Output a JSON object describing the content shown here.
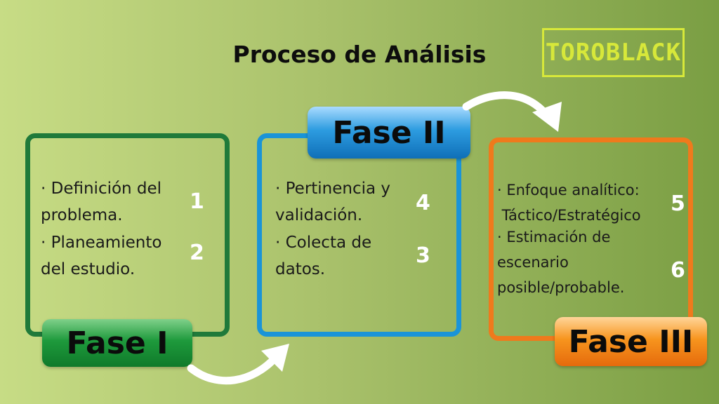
{
  "title": "Proceso de Análisis",
  "logo": "TOROBLACK",
  "phases": [
    {
      "label": "Fase I",
      "items": [
        {
          "text_l1": "· Definición del",
          "text_l2": "problema.",
          "number": "1"
        },
        {
          "text_l1": "· Planeamiento",
          "text_l2": "del estudio.",
          "number": "2"
        }
      ]
    },
    {
      "label": "Fase II",
      "items": [
        {
          "text_l1": "· Pertinencia y",
          "text_l2": "validación.",
          "number": "4"
        },
        {
          "text_l1": "· Colecta de",
          "text_l2": "datos.",
          "number": "3"
        }
      ]
    },
    {
      "label": "Fase III",
      "items": [
        {
          "text_l1": "· Enfoque analítico:",
          "text_l2": " Táctico/Estratégico",
          "number": "5"
        },
        {
          "text_l1": "· Estimación de",
          "text_l2": "escenario",
          "text_l3": "posible/probable.",
          "number": "6"
        }
      ]
    }
  ],
  "colors": {
    "phase1": "#1f7a3a",
    "phase2": "#1a94d8",
    "phase3": "#ef7a1c",
    "logo": "#d7e83a",
    "arrow": "#ffffff"
  }
}
